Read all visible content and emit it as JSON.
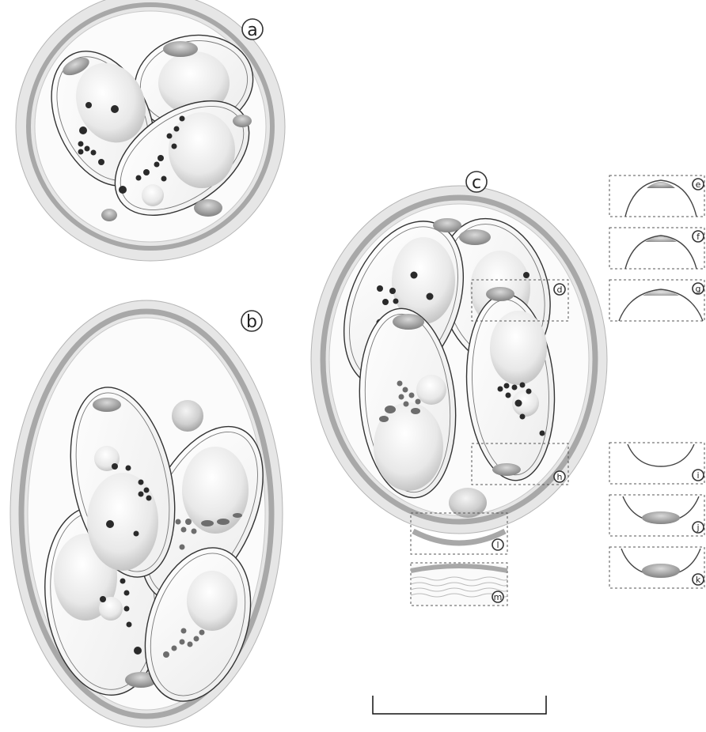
{
  "labels": {
    "a": "a",
    "b": "b",
    "c": "c",
    "d": "d",
    "e": "e",
    "f": "f",
    "g": "g",
    "h": "h",
    "i": "i",
    "j": "j",
    "k": "k",
    "l": "l",
    "m": "m"
  },
  "colors": {
    "ascus_wall_outer": "#e6e6e6",
    "ascus_wall_band": "#a8a8a8",
    "spore_fill": "#f4f4f4",
    "spore_outline": "#333333",
    "inclusion_dark": "#2a2a2a",
    "inclusion_grey": "#6d6d6d"
  }
}
